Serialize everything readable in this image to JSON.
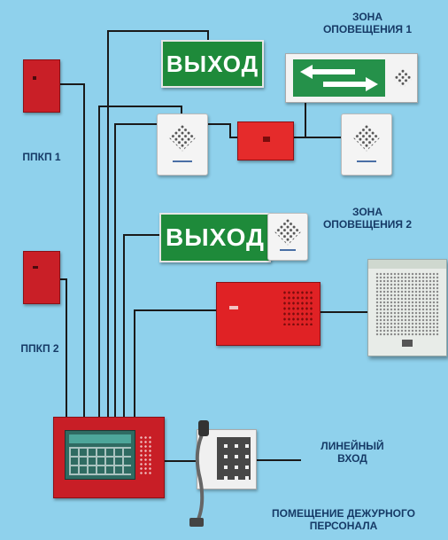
{
  "labels": {
    "zone1": [
      "ЗОНА",
      "ОПОВЕЩЕНИЯ 1"
    ],
    "zone2": [
      "ЗОНА",
      "ОПОВЕЩЕНИЯ 2"
    ],
    "ppkp1": "ППКП 1",
    "ppkp2": "ППКП 2",
    "line_input": [
      "ЛИНЕЙНЫЙ",
      "ВХОД"
    ],
    "duty_room": [
      "ПОМЕЩЕНИЕ ДЕЖУРНОГО",
      "ПЕРСОНАЛА"
    ]
  },
  "signs": {
    "exit_top": "ВЫХОД",
    "exit_mid": "ВЫХОД"
  },
  "colors": {
    "background": "#8fd1ec",
    "label_text": "#163a66",
    "device_red": "#c91f27",
    "exit_green": "#1e8a3a",
    "wire": "#1a1a1a"
  },
  "icons": {
    "arrow_sign": "double-arrow-left-right-icon",
    "speaker": "speaker-grill-icon",
    "microphone": "gooseneck-microphone-icon"
  }
}
